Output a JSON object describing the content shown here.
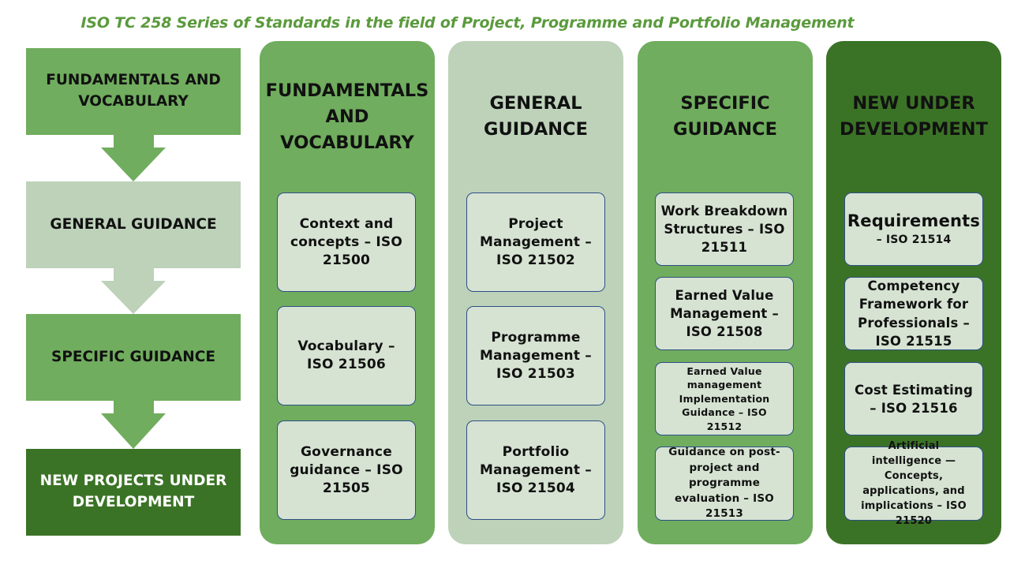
{
  "title": "ISO TC 258 Series of Standards in the field of Project, Programme and Portfolio Management",
  "flow": [
    {
      "label": "FUNDAMENTALS AND VOCABULARY",
      "bg": "#70ad5e",
      "color": "#111111"
    },
    {
      "label": "GENERAL GUIDANCE",
      "bg": "#bdd2b9",
      "color": "#111111"
    },
    {
      "label": "SPECIFIC GUIDANCE",
      "bg": "#70ad5e",
      "color": "#111111"
    },
    {
      "label": "NEW PROJECTS UNDER DEVELOPMENT",
      "bg": "#3b7326",
      "color": "#ffffff"
    }
  ],
  "columns": [
    {
      "title": "FUNDAMENTALS AND VOCABULARY",
      "bg": "#70ad5e",
      "cards": [
        {
          "text": "Context and concepts – ISO 21500"
        },
        {
          "text": "Vocabulary – ISO 21506"
        },
        {
          "text": "Governance guidance – ISO 21505"
        }
      ]
    },
    {
      "title": "GENERAL GUIDANCE",
      "bg": "#bdd2b9",
      "cards": [
        {
          "text": "Project Management – ISO 21502"
        },
        {
          "text": "Programme Management – ISO 21503"
        },
        {
          "text": "Portfolio Management – ISO 21504"
        }
      ]
    },
    {
      "title": "SPECIFIC GUIDANCE",
      "bg": "#70ad5e",
      "cards": [
        {
          "text": "Work Breakdown Structures – ISO 21511"
        },
        {
          "text": "Earned Value Management – ISO 21508"
        },
        {
          "text": "Earned Value management Implementation Guidance – ISO 21512"
        },
        {
          "text": "Guidance on post-project and programme evaluation – ISO 21513"
        }
      ]
    },
    {
      "title": "NEW UNDER DEVELOPMENT",
      "bg": "#3b7326",
      "cards": [
        {
          "heading": "Requirements",
          "text": "– ISO 21514"
        },
        {
          "text": "Competency Framework for Professionals – ISO 21515"
        },
        {
          "text": "Cost Estimating – ISO 21516"
        },
        {
          "text": "Artificial intelligence — Concepts, applications, and implications – ISO 21520"
        }
      ]
    }
  ]
}
